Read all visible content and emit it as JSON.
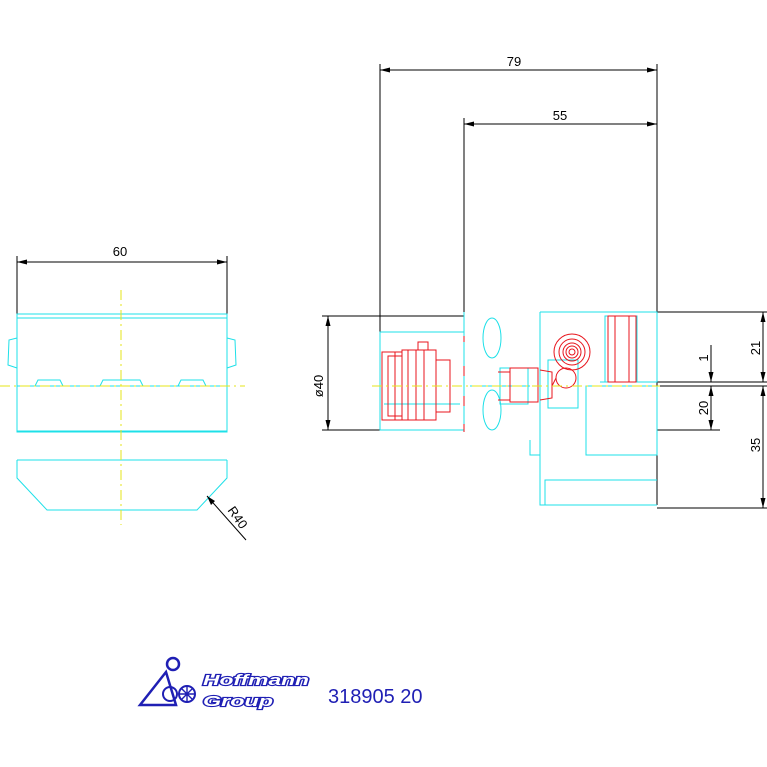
{
  "drawing": {
    "colors": {
      "outline": "#1ee0e8",
      "detail": "#e8141c",
      "centerline": "#e6e61a",
      "dimension": "#000000",
      "brand": "#1f1fb4"
    },
    "dimensions": {
      "width_left": "60",
      "radius_left": "R40",
      "overall_length": "79",
      "offset_length": "55",
      "diameter": "ø40",
      "height_upper": "21",
      "height_lower": "35",
      "step_small": "1",
      "step_mid": "20"
    },
    "title_block": {
      "brand_line1": "Hoffmann",
      "brand_line2": "Group",
      "part_number": "318905 20",
      "logo_icon": "hoffmann-group-logo"
    }
  }
}
